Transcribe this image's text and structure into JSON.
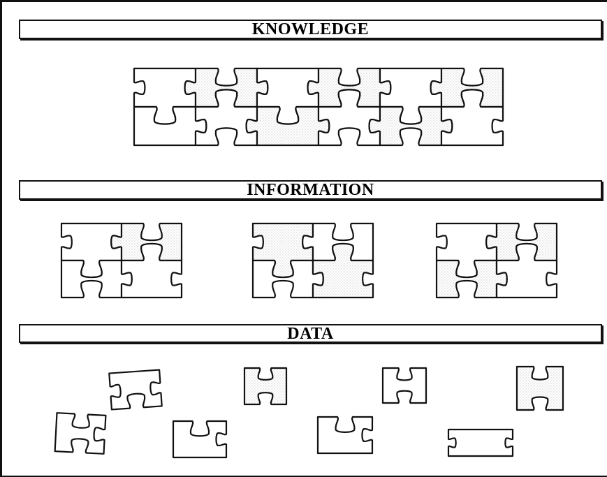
{
  "sections": {
    "knowledge": {
      "label": "KNOWLEDGE"
    },
    "information": {
      "label": "INFORMATION"
    },
    "data": {
      "label": "DATA"
    }
  },
  "colors": {
    "stroke": "#111111",
    "paper": "#ffffff",
    "stipple": "#9a9a9a"
  },
  "icons": {
    "piece": "jigsaw-piece-icon"
  }
}
